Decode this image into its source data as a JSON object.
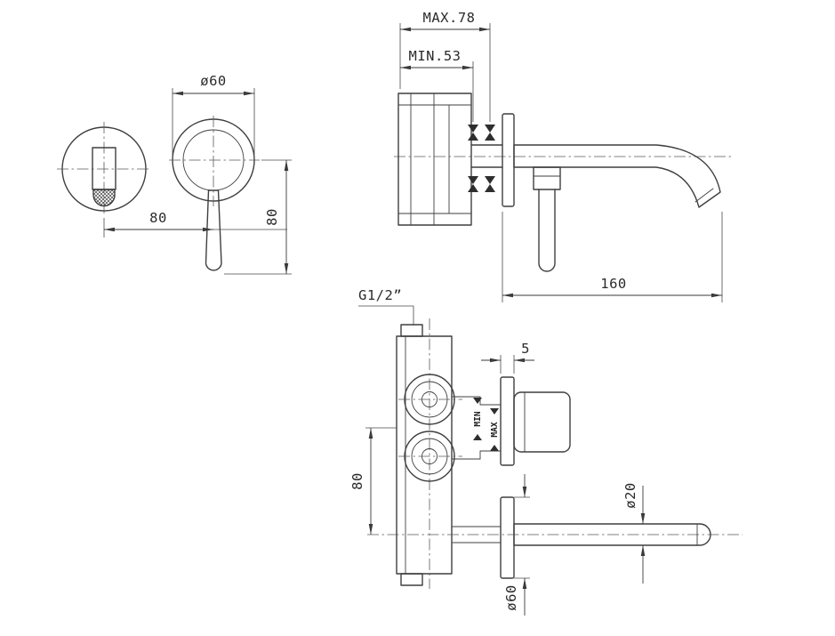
{
  "drawing": {
    "front_view": {
      "escutcheon_diameter": "ø60",
      "center_distance": "80",
      "handle_length": "80"
    },
    "side_view": {
      "max_depth": "MAX.78",
      "min_depth": "MIN.53",
      "spout_reach": "160"
    },
    "rough_in_view": {
      "inlet_thread": "G1/2”",
      "plate_offset": "5",
      "min_label": "MIN",
      "max_label": "MAX",
      "center_to_spout": "80",
      "spout_diameter": "ø20",
      "flange_diameter": "ø60"
    }
  }
}
